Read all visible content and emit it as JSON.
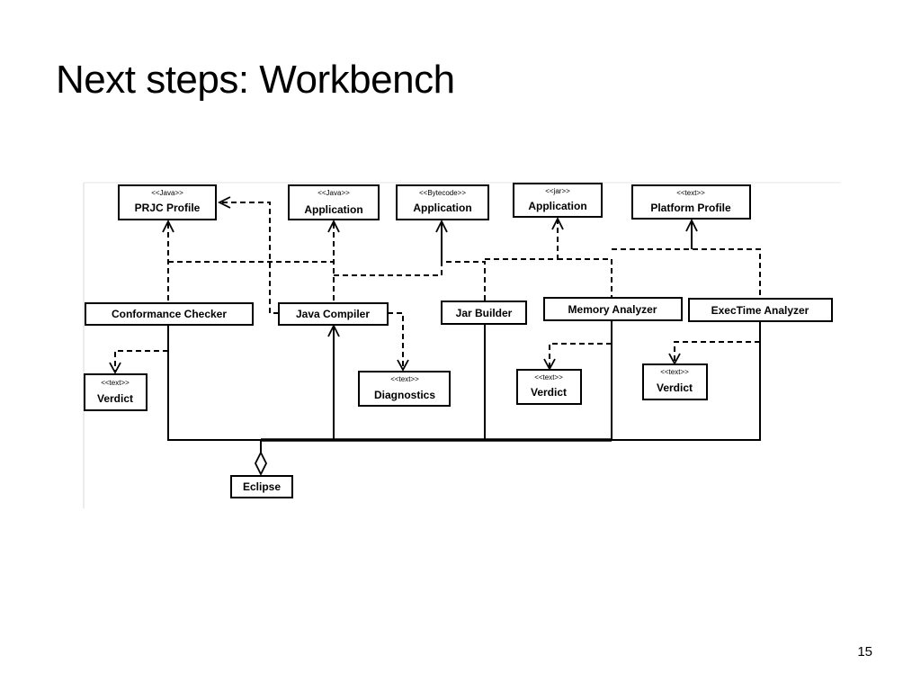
{
  "slide": {
    "title": "Next steps: Workbench",
    "page_number": "15"
  },
  "diagram": {
    "boxes": {
      "prjc_profile": {
        "stereotype": "<<Java>>",
        "label": "PRJC Profile"
      },
      "java_application": {
        "stereotype": "<<Java>>",
        "label": "Application"
      },
      "bytecode_application": {
        "stereotype": "<<Bytecode>>",
        "label": "Application"
      },
      "jar_application": {
        "stereotype": "<<jar>>",
        "label": "Application"
      },
      "platform_profile": {
        "stereotype": "<<text>>",
        "label": "Platform Profile"
      },
      "conformance_checker": {
        "label": "Conformance Checker"
      },
      "java_compiler": {
        "label": "Java Compiler"
      },
      "jar_builder": {
        "label": "Jar Builder"
      },
      "memory_analyzer": {
        "label": "Memory Analyzer"
      },
      "exectime_analyzer": {
        "label": "ExecTime Analyzer"
      },
      "verdict_conformance": {
        "stereotype": "<<text>>",
        "label": "Verdict"
      },
      "diagnostics": {
        "stereotype": "<<text>>",
        "label": "Diagnostics"
      },
      "verdict_memory": {
        "stereotype": "<<text>>",
        "label": "Verdict"
      },
      "verdict_exectime": {
        "stereotype": "<<text>>",
        "label": "Verdict"
      },
      "eclipse": {
        "label": "Eclipse"
      }
    }
  }
}
